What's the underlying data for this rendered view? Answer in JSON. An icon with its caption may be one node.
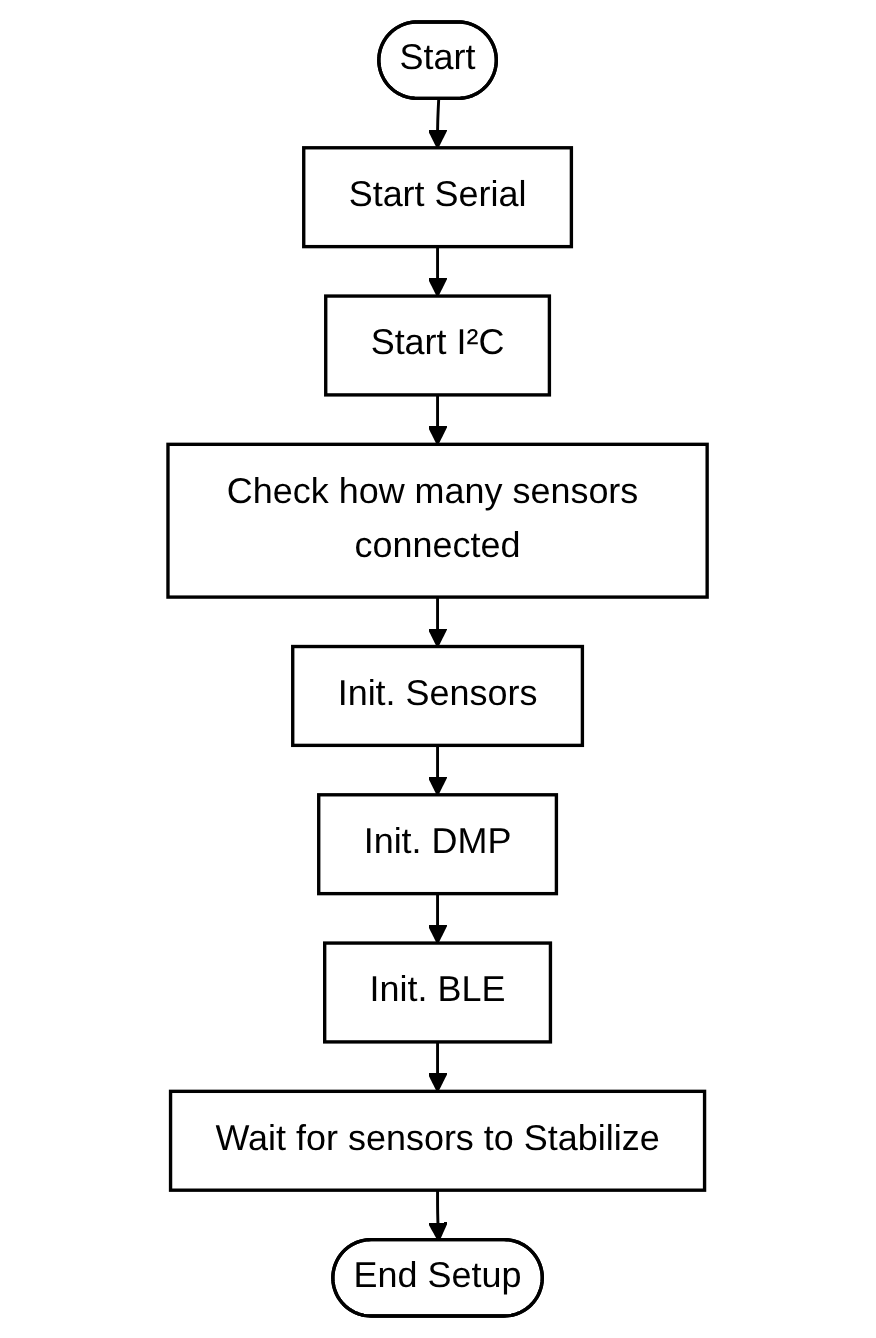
{
  "diagram": {
    "nodes": [
      {
        "text": [
          "Start"
        ]
      },
      {
        "text": [
          "Start Serial"
        ]
      },
      {
        "text": [
          "Start I²C"
        ]
      },
      {
        "text": [
          "Check how many sensors connected"
        ]
      },
      {
        "text": [
          "Init. Sensors"
        ]
      },
      {
        "text": [
          "Init. DMP"
        ]
      },
      {
        "text": [
          "Init. BLE"
        ]
      },
      {
        "text": [
          "Wait for sensors to Stabilize"
        ]
      },
      {
        "text": [
          "End Setup"
        ]
      }
    ],
    "edges": [
      {
        "from": 0,
        "to": 1,
        "arrow": "to"
      },
      {
        "from": 1,
        "to": 2,
        "arrow": "to"
      },
      {
        "from": 2,
        "to": 3,
        "arrow": "to"
      },
      {
        "from": 3,
        "to": 4,
        "arrow": "to"
      },
      {
        "from": 4,
        "to": 5,
        "arrow": "to"
      },
      {
        "from": 5,
        "to": 6,
        "arrow": "to"
      },
      {
        "from": 6,
        "to": 7,
        "arrow": "to"
      },
      {
        "from": 7,
        "to": 8,
        "arrow": "to"
      }
    ]
  }
}
